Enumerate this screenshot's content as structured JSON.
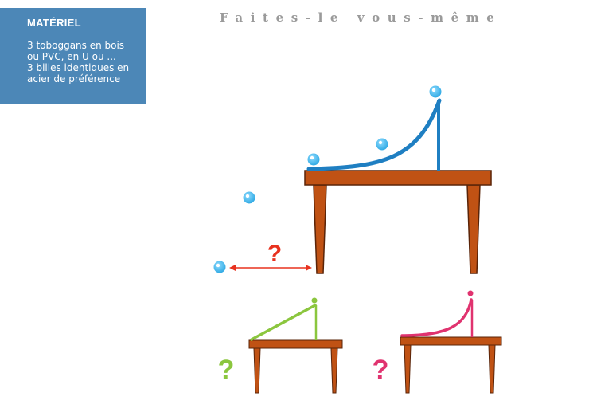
{
  "sidebar": {
    "title": "MATÉRIEL",
    "lines": [
      "3 toboggans en bois",
      "ou PVC, en U ou ...",
      "3 billes identiques en",
      "acier de préférence"
    ]
  },
  "header": {
    "title": "Faites-le vous-même"
  },
  "scene": {
    "question_mark": "?",
    "colors": {
      "ball": "#35b3ec",
      "blue_ramp": "#1f7fc2",
      "green_ramp": "#8bc63e",
      "pink_ramp": "#e0336f",
      "table": "#c05214",
      "question_red": "#e8321f",
      "arrow": "#e8321f",
      "sidebar_bg": "#4c87b7"
    }
  }
}
